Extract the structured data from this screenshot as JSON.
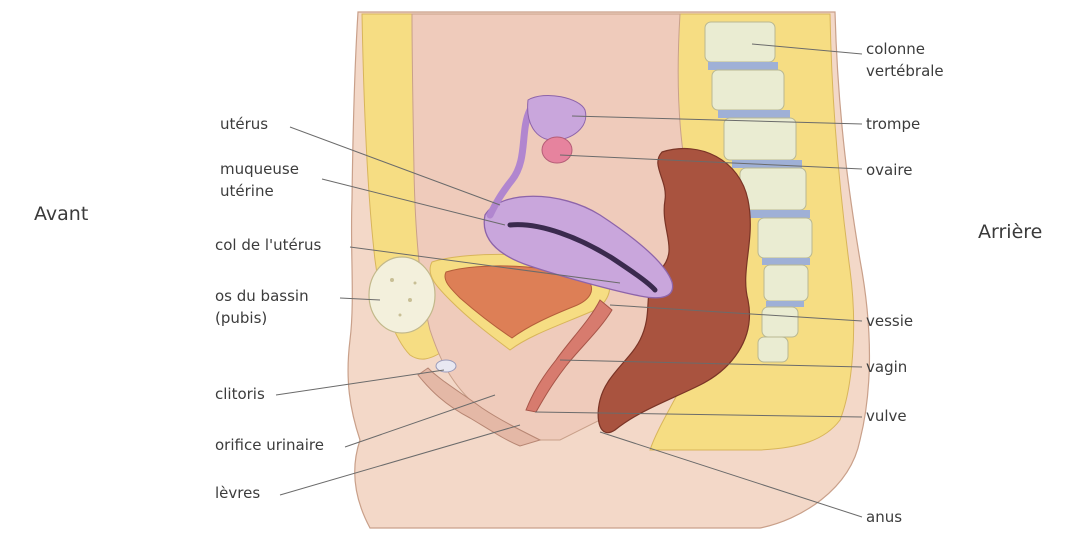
{
  "orientation": {
    "front": "Avant",
    "back": "Arrière"
  },
  "labels": {
    "uterus": "utérus",
    "mucosa_line1": "muqueuse",
    "mucosa_line2": "utérine",
    "cervix": "col de l'utérus",
    "pelvic_bone_line1": "os du bassin",
    "pelvic_bone_line2": "(pubis)",
    "clitoris": "clitoris",
    "urinary_orifice": "orifice urinaire",
    "labia": "lèvres",
    "spine_line1": "colonne",
    "spine_line2": "vertébrale",
    "tube": "trompe",
    "ovary": "ovaire",
    "bladder": "vessie",
    "vagina": "vagin",
    "vulva": "vulve",
    "anus": "anus"
  },
  "colors": {
    "skin": "#f4d7c6",
    "fat": "#f6df84",
    "interior": "#f0cfbf",
    "uterus": "#c9a6dc",
    "uterus_dark": "#9c6fb8",
    "bladder": "#dd7f56",
    "rectum": "#9c4a3a",
    "vertebra": "#eaecd2",
    "disc": "#9fb0d6",
    "ovary": "#e6839e",
    "bone": "#f3f0dc"
  }
}
